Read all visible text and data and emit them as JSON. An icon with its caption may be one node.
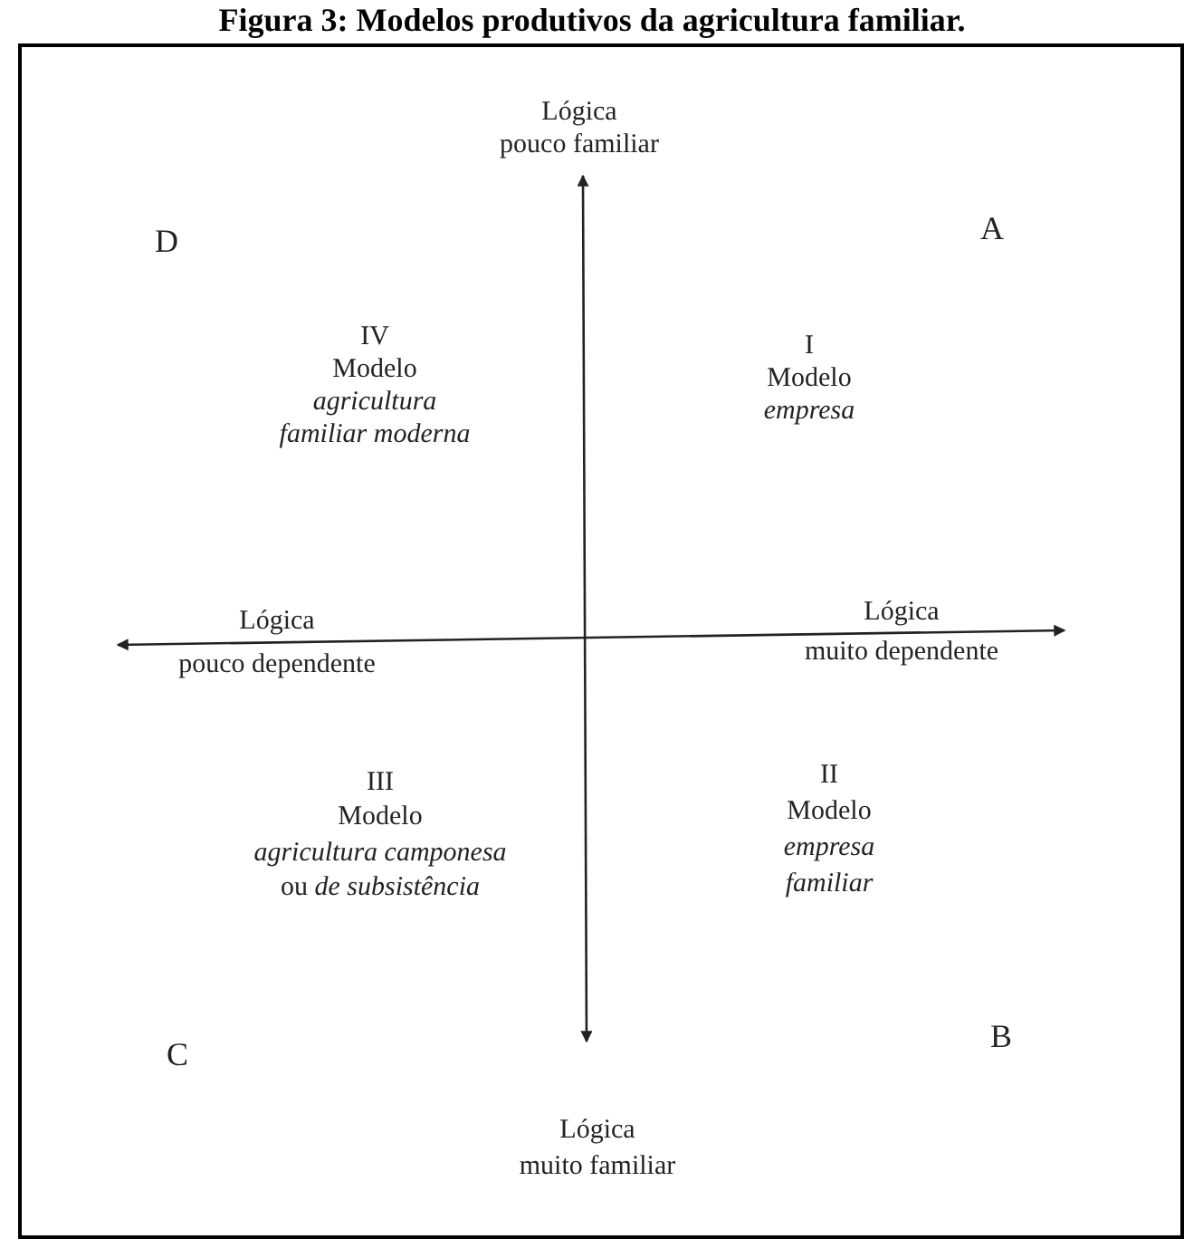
{
  "diagram": {
    "title": "Figura 3: Modelos produtivos da agricultura familiar.",
    "labels": [
      "Lógica",
      "pouco familiar",
      "D",
      "A",
      "IV",
      "Modelo",
      "agricultura",
      "familiar moderna",
      "I",
      "Modelo",
      "empresa",
      "Lógica",
      "pouco dependente",
      "Lógica",
      "muito dependente",
      "III",
      "Modelo",
      "agricultura camponesa",
      "ou *de subsistência*",
      "II",
      "Modelo",
      "empresa",
      "familiar",
      "C",
      "B",
      "Lógica",
      "muito familiar"
    ]
  }
}
